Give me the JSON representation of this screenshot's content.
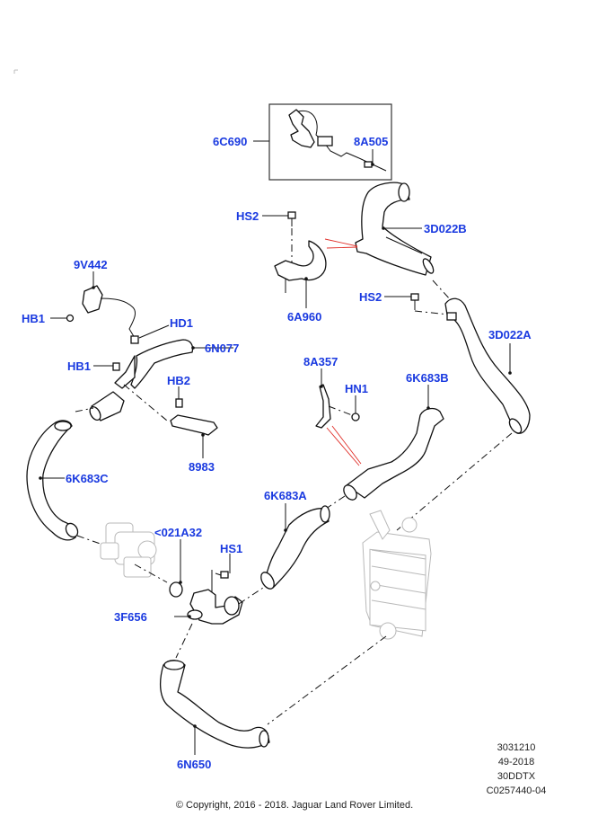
{
  "diagram": {
    "title": "Intercooler / EGR air intake hoses",
    "label_color": "#1a3ae0",
    "callouts": [
      {
        "id": "6C690",
        "text": "6C690"
      },
      {
        "id": "8A505",
        "text": "8A505"
      },
      {
        "id": "HS2-upper",
        "text": "HS2"
      },
      {
        "id": "3D022B",
        "text": "3D022B"
      },
      {
        "id": "6A960",
        "text": "6A960"
      },
      {
        "id": "HS2-lower",
        "text": "HS2"
      },
      {
        "id": "3D022A",
        "text": "3D022A"
      },
      {
        "id": "9V442",
        "text": "9V442"
      },
      {
        "id": "HB1-upper",
        "text": "HB1"
      },
      {
        "id": "HD1",
        "text": "HD1"
      },
      {
        "id": "6N077",
        "text": "6N077"
      },
      {
        "id": "HB1-lower",
        "text": "HB1"
      },
      {
        "id": "HB2",
        "text": "HB2"
      },
      {
        "id": "8983",
        "text": "8983"
      },
      {
        "id": "8A357",
        "text": "8A357"
      },
      {
        "id": "HN1",
        "text": "HN1"
      },
      {
        "id": "6K683B",
        "text": "6K683B"
      },
      {
        "id": "6K683C",
        "text": "6K683C"
      },
      {
        "id": "6K683A",
        "text": "6K683A"
      },
      {
        "id": "021A32",
        "text": "<021A32"
      },
      {
        "id": "HS1",
        "text": "HS1"
      },
      {
        "id": "3F656",
        "text": "3F656"
      },
      {
        "id": "6N650",
        "text": "6N650"
      }
    ]
  },
  "meta": {
    "lines": [
      "3031210",
      "49-2018",
      "30DDTX",
      "C0257440-04"
    ]
  },
  "footer": {
    "copyright": "© Copyright, 2016 - 2018. Jaguar Land Rover Limited."
  }
}
